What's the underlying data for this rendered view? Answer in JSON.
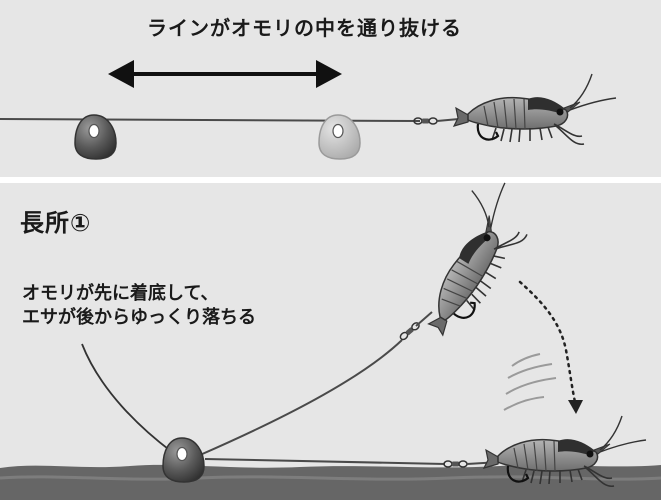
{
  "top_panel": {
    "caption": "ラインがオモリの中を通り抜ける"
  },
  "bottom_panel": {
    "heading": "長所①",
    "note_line1": "オモリが先に着底して、",
    "note_line2": "エサが後からゆっくり落ちる"
  },
  "colors": {
    "background": "#e6e6e6",
    "divider": "#ffffff",
    "line": "#4a4a4a",
    "sinker_dark": "#555555",
    "sinker_ghost": "#b5b5b5",
    "shrimp": "#8c8c8c",
    "seabed": "#666666"
  },
  "icons": [
    "double-arrow-icon",
    "sinker-icon",
    "swivel-icon",
    "hook-icon",
    "shrimp-bait-icon",
    "dotted-arrow-icon",
    "motion-lines-icon"
  ]
}
